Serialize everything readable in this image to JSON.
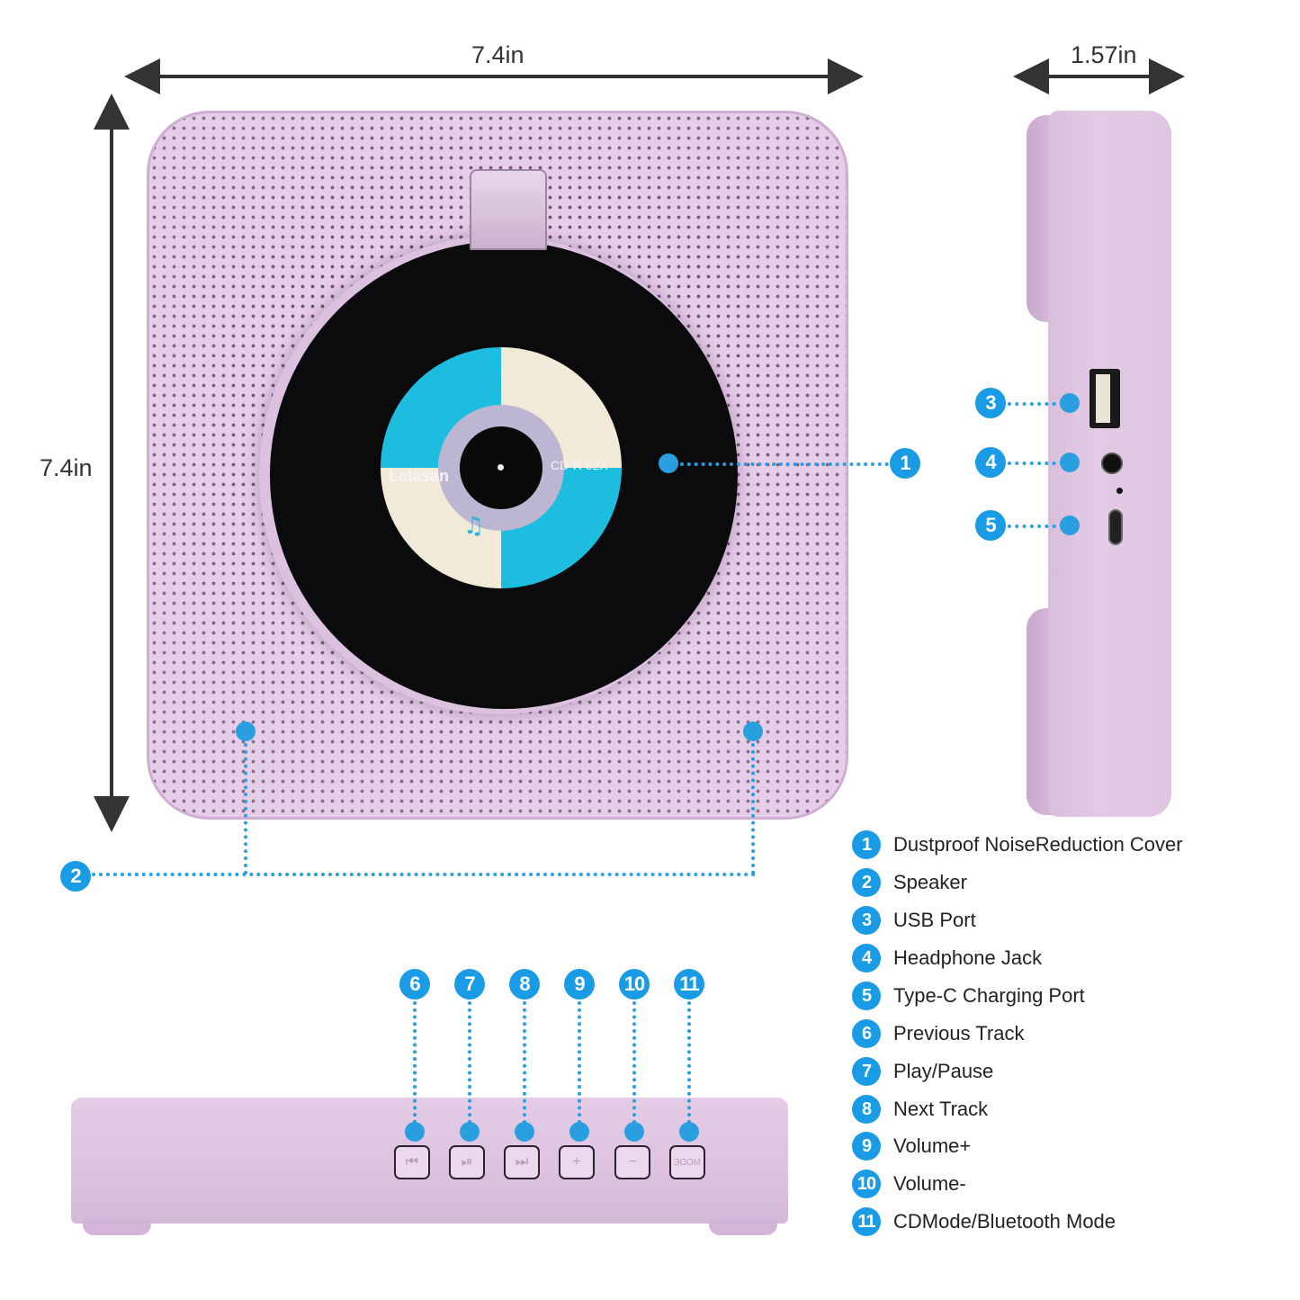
{
  "dimensions": {
    "width": "7.4in",
    "height": "7.4in",
    "depth": "1.57in"
  },
  "disc_label": {
    "brand": "Lalasan",
    "spec": "CD-R 52X"
  },
  "callouts": [
    {
      "number": "1",
      "label": "Dustproof NoiseReduction Cover"
    },
    {
      "number": "2",
      "label": "Speaker"
    },
    {
      "number": "3",
      "label": "USB Port"
    },
    {
      "number": "4",
      "label": "Headphone Jack"
    },
    {
      "number": "5",
      "label": "Type-C Charging Port"
    },
    {
      "number": "6",
      "label": "Previous Track"
    },
    {
      "number": "7",
      "label": "Play/Pause"
    },
    {
      "number": "8",
      "label": "Next Track"
    },
    {
      "number": "9",
      "label": "Volume+"
    },
    {
      "number": "10",
      "label": "Volume-"
    },
    {
      "number": "11",
      "label": "CDMode/Bluetooth Mode"
    }
  ],
  "buttons": [
    {
      "icon": "previous-track-icon",
      "glyph": "⏮"
    },
    {
      "icon": "play-pause-icon",
      "glyph": "⏯"
    },
    {
      "icon": "next-track-icon",
      "glyph": "⏭"
    },
    {
      "icon": "plus-icon",
      "glyph": "+"
    },
    {
      "icon": "minus-icon",
      "glyph": "−"
    },
    {
      "icon": "mode-icon",
      "glyph": "MODE"
    }
  ],
  "colors": {
    "accent": "#1a9be6",
    "body": "#e3cbe5",
    "dimension_line": "#333333"
  }
}
